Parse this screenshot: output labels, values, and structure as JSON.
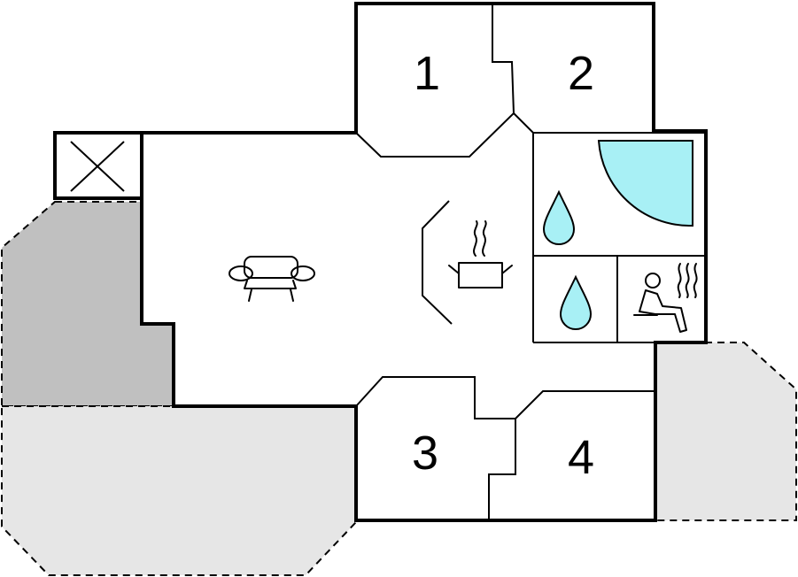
{
  "rooms": [
    {
      "number": "1"
    },
    {
      "number": "2"
    },
    {
      "number": "3"
    },
    {
      "number": "4"
    }
  ],
  "icons": [
    "sofa-icon",
    "cooking-pot-icon",
    "water-drop-icon",
    "bathtub-icon",
    "sauna-icon",
    "chimney-icon"
  ],
  "colors": {
    "terrace_dark": "#c0c0c0",
    "terrace_light": "#e6e6e6",
    "water": "#a8f0f5",
    "wall": "#000000"
  }
}
